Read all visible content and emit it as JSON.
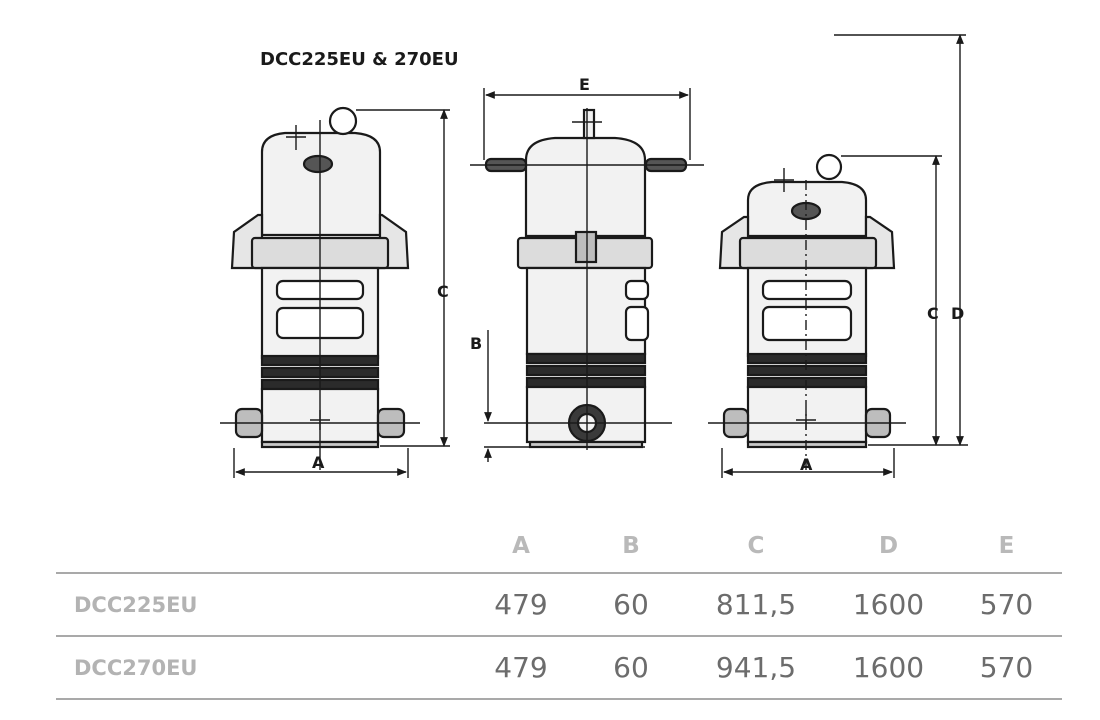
{
  "diagram": {
    "title": "DCC225EU & 270EU",
    "labels": {
      "a": "A",
      "b": "B",
      "c": "C",
      "d": "D",
      "e": "E"
    }
  },
  "table": {
    "columns": [
      "",
      "A",
      "B",
      "C",
      "D",
      "E"
    ],
    "rows": [
      {
        "model": "DCC225EU",
        "values": [
          "479",
          "60",
          "811,5",
          "1600",
          "570"
        ]
      },
      {
        "model": "DCC270EU",
        "values": [
          "479",
          "60",
          "941,5",
          "1600",
          "570"
        ]
      }
    ]
  }
}
